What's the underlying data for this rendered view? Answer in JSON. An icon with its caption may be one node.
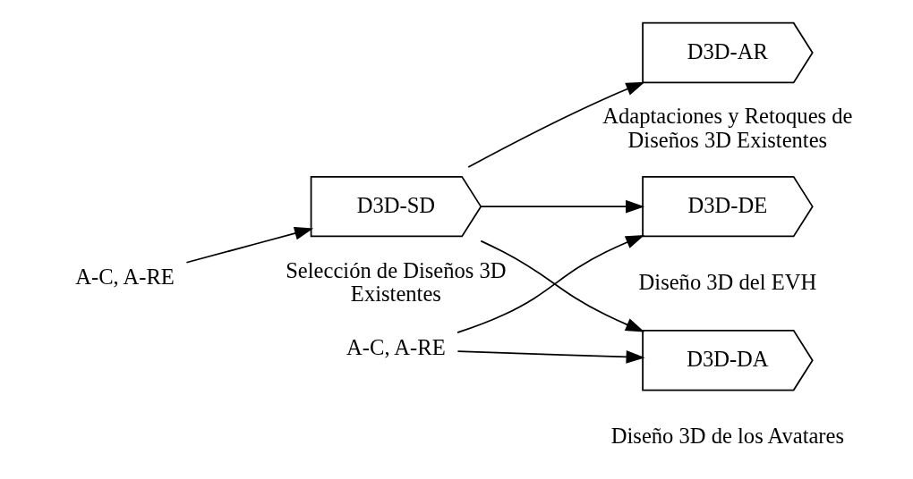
{
  "diagram": {
    "nodes": [
      {
        "text": [
          "A-C, A-RE"
        ]
      },
      {
        "text": [
          "D3D-SD"
        ],
        "beside": [
          "Selección de Diseños 3D Existentes"
        ]
      },
      {
        "text": [
          "D3D-AR"
        ],
        "beside": [
          "Adaptaciones y Retoques de Diseños 3D Existentes"
        ]
      },
      {
        "text": [
          "A-C, A-RE"
        ]
      },
      {
        "text": [
          "D3D-DE"
        ],
        "beside": [
          "Diseño 3D del EVH"
        ]
      },
      {
        "text": [
          "D3D-DA"
        ],
        "beside": [
          "Diseño 3D de los Avatares"
        ]
      }
    ],
    "edges": [
      {
        "from": 0,
        "to": 1,
        "arrow": "to"
      },
      {
        "from": 1,
        "to": 2,
        "arrow": "to"
      },
      {
        "from": 1,
        "to": 4,
        "arrow": "to"
      },
      {
        "from": 1,
        "to": 5,
        "arrow": "to"
      },
      {
        "from": 3,
        "to": 4,
        "arrow": "to"
      },
      {
        "from": 3,
        "to": 5,
        "arrow": "to"
      }
    ]
  }
}
